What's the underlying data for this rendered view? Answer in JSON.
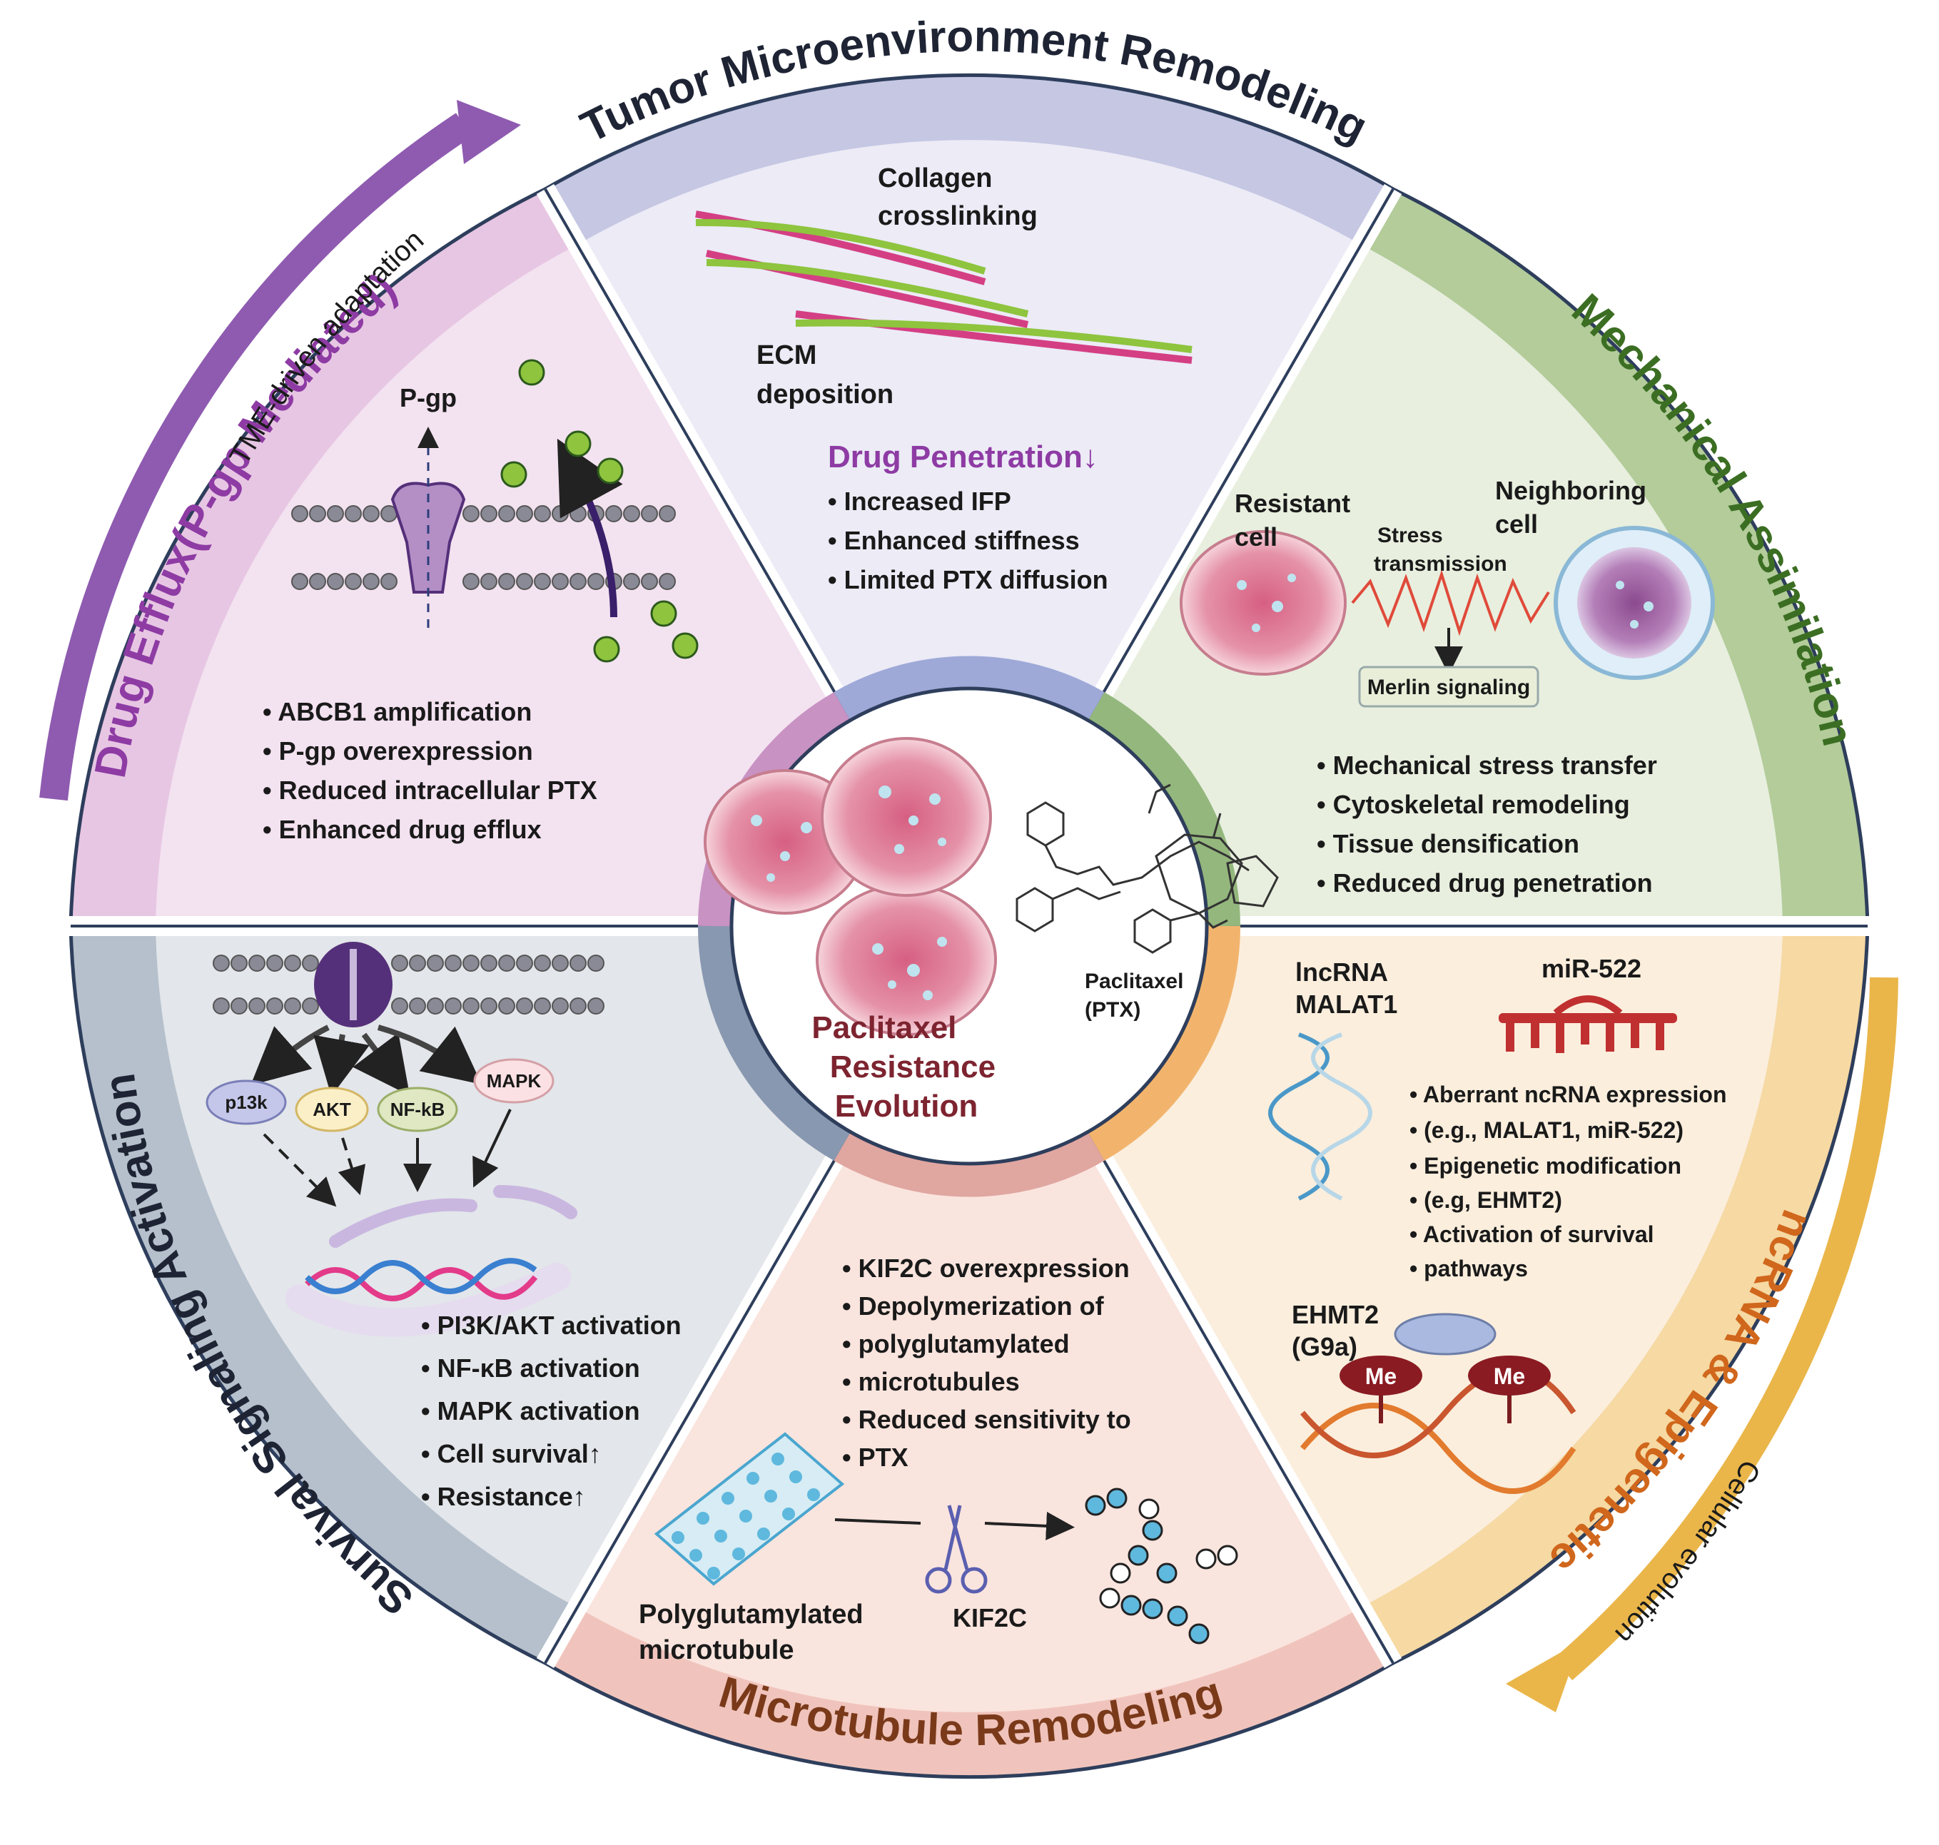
{
  "center": {
    "title_lines": [
      "Paclitaxel",
      "Resistance",
      "Evolution"
    ],
    "drug_label_lines": [
      "Paclitaxel",
      "(PTX)"
    ]
  },
  "arrows": {
    "tme": "TME-driven adaptation",
    "cellular": "Cellular evolution"
  },
  "sectors": {
    "tme": {
      "title": "Tumor Microenvironment Remodeling",
      "collagen_lines": [
        "Collagen",
        "crosslinking"
      ],
      "ecm_lines": [
        "ECM",
        "deposition"
      ],
      "penetration": "Drug Penetration↓",
      "bullets": [
        "• Increased IFP",
        "• Enhanced stiffness",
        "• Limited PTX diffusion"
      ]
    },
    "mechanical": {
      "title": "Mechanical Assimilation",
      "resistant_lines": [
        "Resistant",
        "cell"
      ],
      "neighbor_lines": [
        "Neighboring",
        "cell"
      ],
      "stress_lines": [
        "Stress",
        "transmission"
      ],
      "merlin": "Merlin signaling",
      "bullets": [
        "• Mechanical stress transfer",
        "• Cytoskeletal remodeling",
        "• Tissue densification",
        "• Reduced drug penetration"
      ]
    },
    "ncrna": {
      "title": "ncRNA & Epigenetic",
      "lncrna_lines": [
        "lncRNA",
        "MALAT1"
      ],
      "mir": "miR-522",
      "bullets": [
        "• Aberrant ncRNA expression",
        "• (e.g., MALAT1, miR-522)",
        "• Epigenetic modification",
        "• (e.g, EHMT2)",
        "• Activation of survival",
        "• pathways"
      ],
      "ehmt_lines": [
        "EHMT2",
        "(G9a)"
      ],
      "me": "Me"
    },
    "microtubule": {
      "title": "Microtubule Remodeling",
      "bullets": [
        "• KIF2C overexpression",
        "• Depolymerization of",
        "• polyglutamylated",
        "•  microtubules",
        "• Reduced sensitivity to",
        "• PTX"
      ],
      "poly_lines": [
        "Polyglutamylated",
        "microtubule"
      ],
      "kif": "KIF2C"
    },
    "survival": {
      "title": "Survival Signaling Activation",
      "nodes": [
        "p13k",
        "AKT",
        "NF-kB",
        "MAPK"
      ],
      "bullets": [
        "• PI3K/AKT activation",
        "• NF-κB activation",
        "• MAPK activation",
        "• Cell survival↑",
        "•  Resistance↑"
      ]
    },
    "efflux": {
      "title": "Drug Efflux(P-gp Mediated)",
      "pgp": "P-gp",
      "bullets": [
        "• ABCB1 amplification",
        "• P-gp overexpression",
        "• Reduced intracellular PTX",
        "• Enhanced drug efflux"
      ]
    }
  },
  "colors": {
    "tme": "#c5c7e3",
    "mechanical": "#b3cc9a",
    "ncrna": "#f6d9a3",
    "microtubule": "#f0c4bc",
    "survival": "#b5c0cc",
    "efflux": "#e7c6e3",
    "efflux_title": "#8e3ba4",
    "mechanical_title": "#3b6e22",
    "ncrna_title": "#d0671c",
    "microtubule_title": "#7a3a1a",
    "center_title": "#7d2430"
  }
}
